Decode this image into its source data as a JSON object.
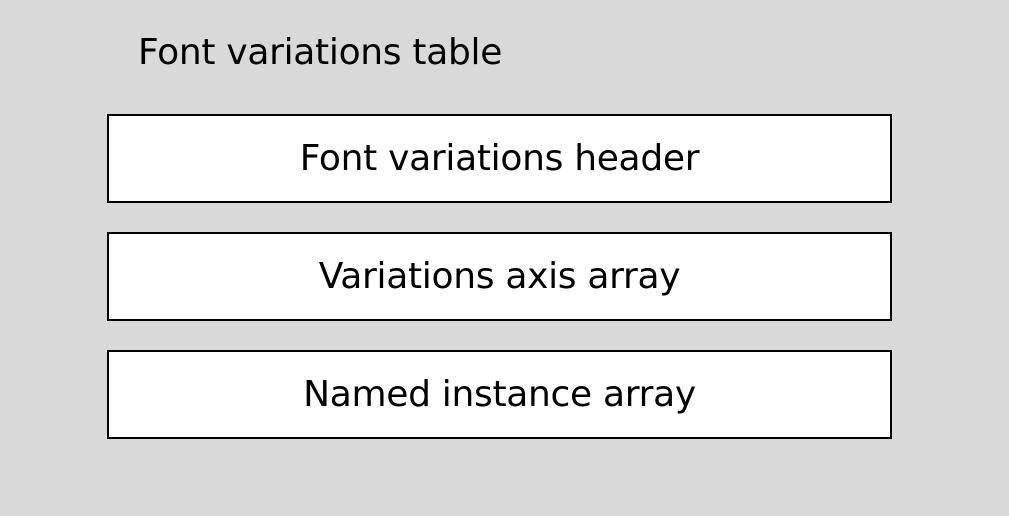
{
  "diagram": {
    "title": "Font variations table",
    "blocks": [
      {
        "label": "Font variations header"
      },
      {
        "label": "Variations axis array"
      },
      {
        "label": "Named instance array"
      }
    ],
    "colors": {
      "background": "#d9d9d9",
      "block_fill": "#ffffff",
      "block_border": "#000000",
      "text": "#000000"
    }
  }
}
